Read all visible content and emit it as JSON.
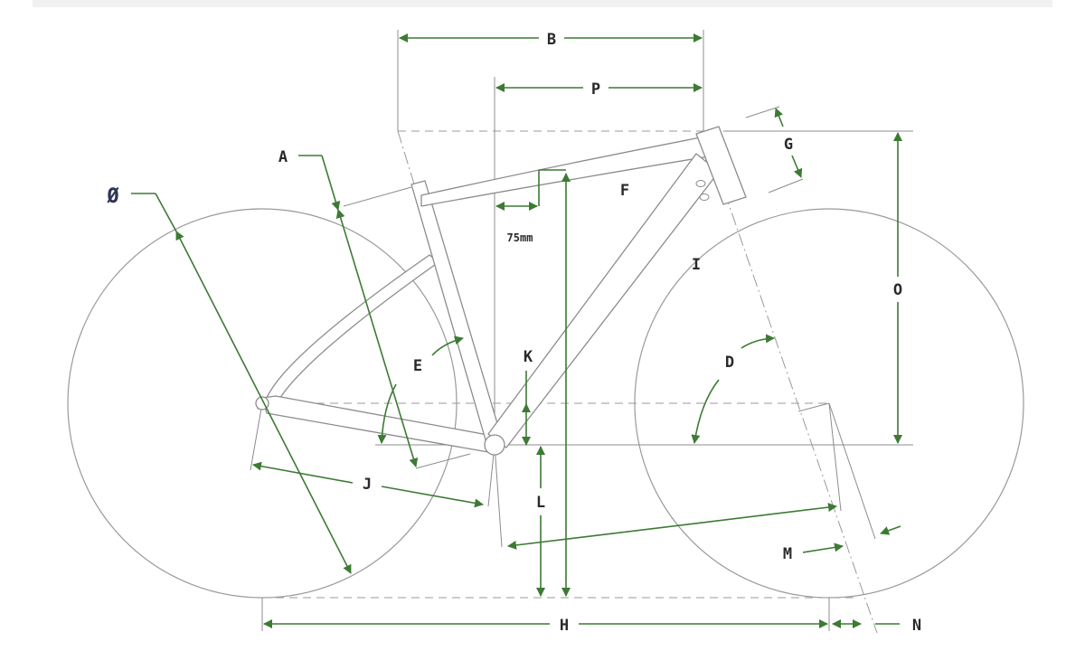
{
  "labels": {
    "A": "A",
    "B": "B",
    "D": "D",
    "E": "E",
    "F": "F",
    "G": "G",
    "H": "H",
    "I": "I",
    "J": "J",
    "K": "K",
    "L": "L",
    "M": "M",
    "N": "N",
    "O": "O",
    "P": "P",
    "phi": "Ø",
    "offset": "75mm"
  },
  "colors": {
    "dimension": "#3d7a34",
    "frame": "#8c8c8c",
    "wheel": "#9a9a9a",
    "text": "#2a2a2a"
  }
}
